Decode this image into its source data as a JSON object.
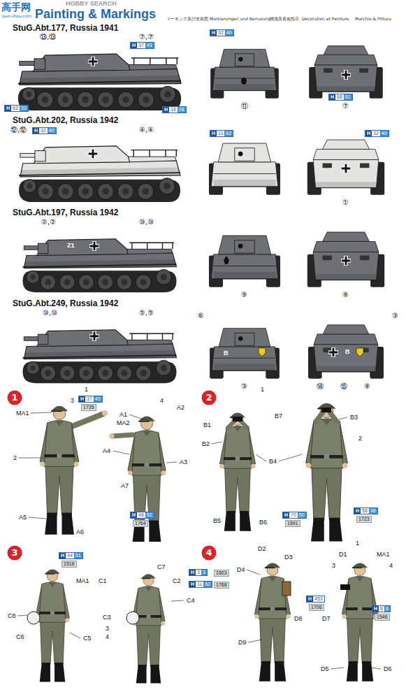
{
  "diagram": {
    "title": "Painting & Markings",
    "nodes": [
      {
        "text": [
          "H",
          "37",
          "43"
        ]
      },
      {
        "text": [
          "H",
          "32",
          "40"
        ]
      },
      {
        "text": [
          "H",
          "83",
          "33"
        ]
      },
      {
        "text": [
          "H",
          "68",
          "61"
        ]
      },
      {
        "text": [
          "H",
          "18",
          "28"
        ]
      },
      {
        "text": [
          "H",
          "32",
          "40"
        ]
      },
      {
        "text": [
          "H",
          "11",
          "62"
        ]
      },
      {
        "text": [
          "H",
          "32",
          "40"
        ]
      },
      {
        "text": [
          "1"
        ]
      },
      {
        "text": [
          "H",
          "37",
          "43"
        ]
      },
      {
        "text": [
          "H",
          "48",
          "52"
        ]
      },
      {
        "text": [
          "2"
        ]
      },
      {
        "text": [
          "H",
          "70",
          "50"
        ]
      },
      {
        "text": [
          "H",
          "58",
          "36"
        ]
      },
      {
        "text": [
          "3"
        ]
      },
      {
        "text": [
          "H",
          "44",
          "51"
        ]
      },
      {
        "text": [
          "H",
          "3",
          "3"
        ]
      },
      {
        "text": [
          "H",
          "11",
          "62"
        ]
      },
      {
        "text": [
          "4"
        ]
      },
      {
        "text": [
          "H",
          "453"
        ]
      },
      {
        "text": [
          "H",
          "8",
          "8"
        ]
      }
    ],
    "labels": [
      "高手网",
      "gao-shou.com",
      "HOBBY SEARCH",
      "マーキング及び塗装図",
      "Markierungen und Bemalung",
      "標識及着色指示",
      "Decoration et Peinture",
      "Marchio & Pittura",
      "StuG.Abt.177, Russia 1941",
      "StuG.Abt.202, Russia 1942",
      "StuG.Abt.197, Russia 1942",
      "StuG.Abt.249, Russia 1942",
      "⑬,⑬",
      "⑦,⑦",
      "⑪",
      "⑦",
      "⑫,⑫",
      "④,④",
      "①",
      "②,②",
      "⑩,⑩",
      "Z1",
      "⑨",
      "⑧",
      "⑩,⑩",
      "⑤,⑤",
      "⑥",
      "③",
      "③",
      "⑭",
      "⑮",
      "⑧",
      "B",
      "B",
      "1",
      "3",
      "1735",
      "MA1",
      "2",
      "A1",
      "MA2",
      "4",
      "A2",
      "A4",
      "A3",
      "A7",
      "A5",
      "A6",
      "1764",
      "1",
      "B7",
      "B3",
      "B1",
      "B2",
      "2",
      "B4",
      "B5",
      "B6",
      "1591",
      "1723",
      "1516",
      "MA1",
      "C8",
      "C6",
      "C5",
      "C1",
      "C7",
      "C2",
      "C3",
      "3",
      "4",
      "C4",
      "1503",
      "1768",
      "D2",
      "1",
      "D3",
      "D4",
      "D1",
      "MA1",
      "3",
      "4",
      "1706",
      "D8",
      "D9",
      "D7",
      "1546",
      "D5",
      "D6"
    ]
  }
}
